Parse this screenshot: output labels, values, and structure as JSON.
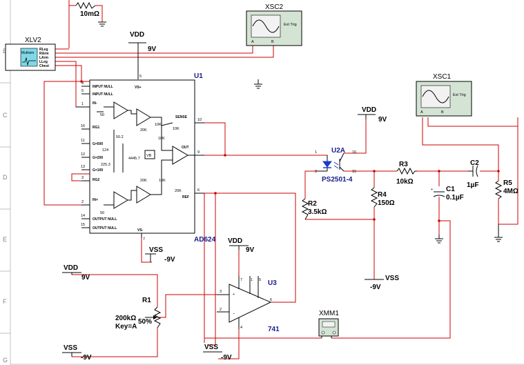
{
  "rows": [
    "B",
    "C",
    "D",
    "E",
    "F",
    "G"
  ],
  "shunt": {
    "value": "10mΩ"
  },
  "xlv2": {
    "name": "XLV2",
    "badge": "Multisim",
    "pins": [
      "RLeg",
      "RArm",
      "LArm",
      "LLeg",
      "Chest"
    ]
  },
  "xsc2": {
    "name": "XSC2",
    "ext_trig": "Ext Trig",
    "ch_a": "A",
    "ch_b": "B"
  },
  "xsc1": {
    "name": "XSC1",
    "ext_trig": "Ext Trig",
    "ch_a": "A",
    "ch_b": "B"
  },
  "vdd_top": {
    "name": "VDD",
    "value": "9V"
  },
  "u1": {
    "name": "U1",
    "part": "AD624",
    "left_pins": [
      {
        "num": "4",
        "label": "INPUT NULL"
      },
      {
        "num": "5",
        "label": "INPUT NULL"
      },
      {
        "num": "1",
        "label": "IN-"
      },
      {
        "num": "16",
        "label": "RG1"
      },
      {
        "num": "11",
        "label": "G=500"
      },
      {
        "num": "12",
        "label": "G=200"
      },
      {
        "num": "13",
        "label": "G=100"
      },
      {
        "num": "3",
        "label": "RG2"
      },
      {
        "num": "2",
        "label": "IN+"
      },
      {
        "num": "14",
        "label": "OUTPUT NULL"
      },
      {
        "num": "15",
        "label": "OUTPUT NULL"
      }
    ],
    "right_pins": [
      {
        "num": "10",
        "label": "SENSE"
      },
      {
        "num": "9",
        "label": "OUT"
      },
      {
        "num": "6",
        "label": "REF"
      }
    ],
    "vs_plus": "VS+",
    "vs_minus": "VS-",
    "pin_vsplus": "5",
    "pin_vsminus": "7",
    "internal": [
      "50",
      "50",
      "20K",
      "20K",
      "10K",
      "10K",
      "10K",
      "20K",
      "50.2",
      "124",
      "225.3",
      "4445.7",
      "VB",
      "10K"
    ]
  },
  "u2a": {
    "name": "U2A",
    "part": "PS2501-4",
    "pins": [
      "1",
      "2",
      "16",
      "15"
    ]
  },
  "vdd_u2a": {
    "name": "VDD",
    "value": "9V"
  },
  "r3": {
    "name": "R3",
    "value": "10kΩ"
  },
  "c2": {
    "name": "C2",
    "value": "1µF"
  },
  "r5": {
    "name": "R5",
    "value": "4MΩ"
  },
  "c1": {
    "name": "C1",
    "value": "0.1µF"
  },
  "r4": {
    "name": "R4",
    "value": "150Ω"
  },
  "r2": {
    "name": "R2",
    "value": "3.5kΩ"
  },
  "vss_r4": {
    "name": "VSS",
    "value": "-9V"
  },
  "vss_u1": {
    "name": "VSS",
    "value": "-9V"
  },
  "vdd_u3": {
    "name": "VDD",
    "value": "9V"
  },
  "u3": {
    "name": "U3",
    "part": "741",
    "pins": [
      "7",
      "1",
      "5",
      "3",
      "2",
      "4",
      "6"
    ]
  },
  "vdd_r1": {
    "name": "VDD",
    "value": "9V"
  },
  "r1": {
    "name": "R1",
    "value": "200kΩ",
    "key": "Key=A",
    "percent": "50%"
  },
  "vss_left": {
    "name": "VSS",
    "value": "-9V"
  },
  "vss_mid": {
    "name": "VSS",
    "value": "-9V"
  },
  "xmm1": {
    "name": "XMM1"
  }
}
